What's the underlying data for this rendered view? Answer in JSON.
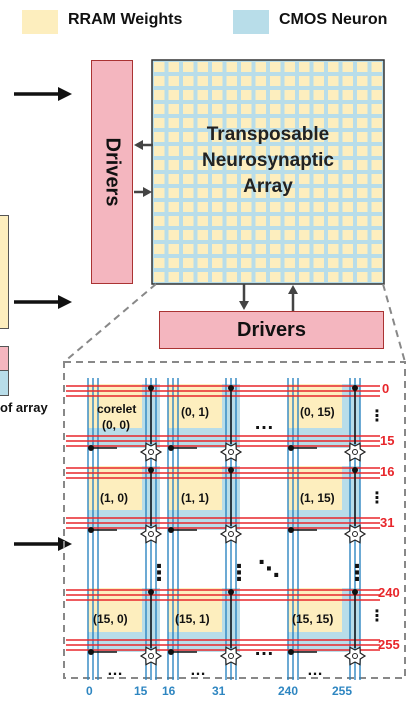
{
  "legend": {
    "rram_label": "RRAM Weights",
    "cmos_label": "CMOS Neuron",
    "rram_color": "#fdeebe",
    "cmos_color": "#b8dde9"
  },
  "drivers_vertical_label": "Drivers",
  "drivers_horizontal_label": "Drivers",
  "array_title_lines": [
    "Transposable",
    "Neurosynaptic",
    "Array"
  ],
  "left_edge_caption": "of array",
  "zoom": {
    "corelet_word": "corelet",
    "cores": [
      {
        "row": 0,
        "col": 0,
        "label": "(0, 0)"
      },
      {
        "row": 0,
        "col": 1,
        "label": "(0, 1)"
      },
      {
        "row": 0,
        "col": 3,
        "label": "(0, 15)"
      },
      {
        "row": 1,
        "col": 0,
        "label": "(1, 0)"
      },
      {
        "row": 1,
        "col": 1,
        "label": "(1, 1)"
      },
      {
        "row": 1,
        "col": 3,
        "label": "(1, 15)"
      },
      {
        "row": 3,
        "col": 0,
        "label": "(15, 0)"
      },
      {
        "row": 3,
        "col": 1,
        "label": "(15, 1)"
      },
      {
        "row": 3,
        "col": 3,
        "label": "(15, 15)"
      }
    ],
    "row_labels": [
      "0",
      "15",
      "16",
      "31",
      "240",
      "255"
    ],
    "col_labels": [
      "0",
      "15",
      "16",
      "31",
      "240",
      "255"
    ],
    "ellipsis": "…",
    "vdots": "⋮",
    "ddots": "⋱"
  },
  "colors": {
    "red_line": "#e8262b",
    "blue_line": "#2e86c1",
    "pink_block": "#f4b6bf",
    "pink_border": "#c0392b",
    "grid_bg": "#b8dde9",
    "grid_cell": "#fdeebe",
    "dark": "#333333"
  }
}
